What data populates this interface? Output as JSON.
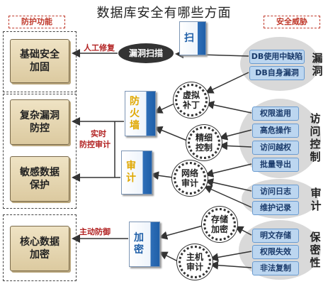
{
  "title": "数据库安全有哪些方面",
  "headers": {
    "left": "防护功能",
    "right": "安全威胁"
  },
  "protections": [
    "基础安全加固",
    "复杂漏洞防控",
    "敏感数据保护",
    "核心数据加密"
  ],
  "methods": {
    "manual_fix": "人工修复",
    "scan": "漏洞扫描",
    "realtime": "实时",
    "control_audit": "防控审计",
    "active_defense": "主动防御"
  },
  "products": {
    "scanner": "扫",
    "firewall": "防火墙",
    "audit": "审计",
    "encryption": "加密"
  },
  "techniques": {
    "virtual_patch": "虚拟补丁",
    "fine_control": "精细控制",
    "network_audit": "网络审计",
    "storage_encryption": "存储加密",
    "host_audit": "主机审计"
  },
  "threats": [
    {
      "category": "漏洞",
      "items": [
        "DB使用中缺陷",
        "DB自身漏洞"
      ]
    },
    {
      "category": "访问控制",
      "items": [
        "权限滥用",
        "高危操作",
        "访问越权",
        "批量导出"
      ]
    },
    {
      "category": "审计",
      "items": [
        "访问日志",
        "维护记录"
      ]
    },
    {
      "category": "保密性",
      "items": [
        "明文存储",
        "权限失效",
        "非法复制"
      ]
    }
  ],
  "colors": {
    "accent_red": "#c0392b",
    "pill_blue": "#bcd6f0",
    "group_gray": "#d9d9d9",
    "scroll_tan": "#e6d7b3"
  }
}
